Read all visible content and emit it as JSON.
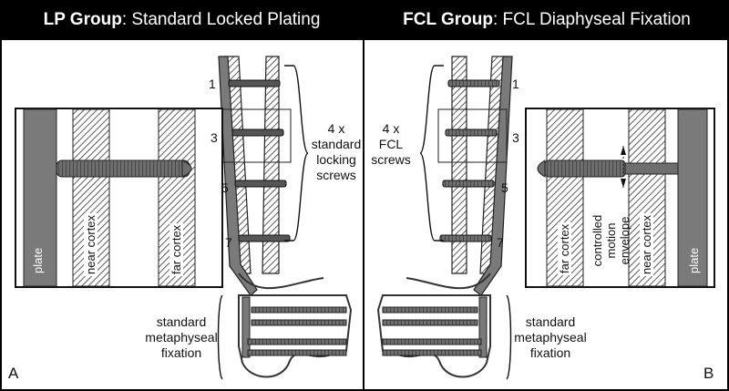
{
  "panels": [
    {
      "letter": "A",
      "title_bold": "LP Group",
      "title_rest": ": Standard Locked Plating",
      "screw_label": [
        "4 x",
        "standard",
        "locking",
        "screws"
      ],
      "screw_numbers": [
        "1",
        "3",
        "5",
        "7"
      ],
      "metaphyseal_label": [
        "standard",
        "metaphyseal",
        "fixation"
      ],
      "inset_labels": {
        "plate": "plate",
        "near_cortex": "near cortex",
        "far_cortex": "far cortex"
      }
    },
    {
      "letter": "B",
      "title_bold": "FCL Group",
      "title_rest": ": FCL Diaphyseal Fixation",
      "screw_label": [
        "4 x",
        "FCL",
        "screws"
      ],
      "screw_numbers": [
        "1",
        "3",
        "5",
        "7"
      ],
      "metaphyseal_label": [
        "standard",
        "metaphyseal",
        "fixation"
      ],
      "inset_labels": {
        "plate": "plate",
        "near_cortex": "near cortex",
        "far_cortex": "far cortex",
        "motion": "controlled motion envelope"
      }
    }
  ],
  "colors": {
    "header": "#000000",
    "plate": "#7a7a7a",
    "screw": "#555555",
    "bone_hatch": "#333333",
    "frame": "#000000"
  }
}
